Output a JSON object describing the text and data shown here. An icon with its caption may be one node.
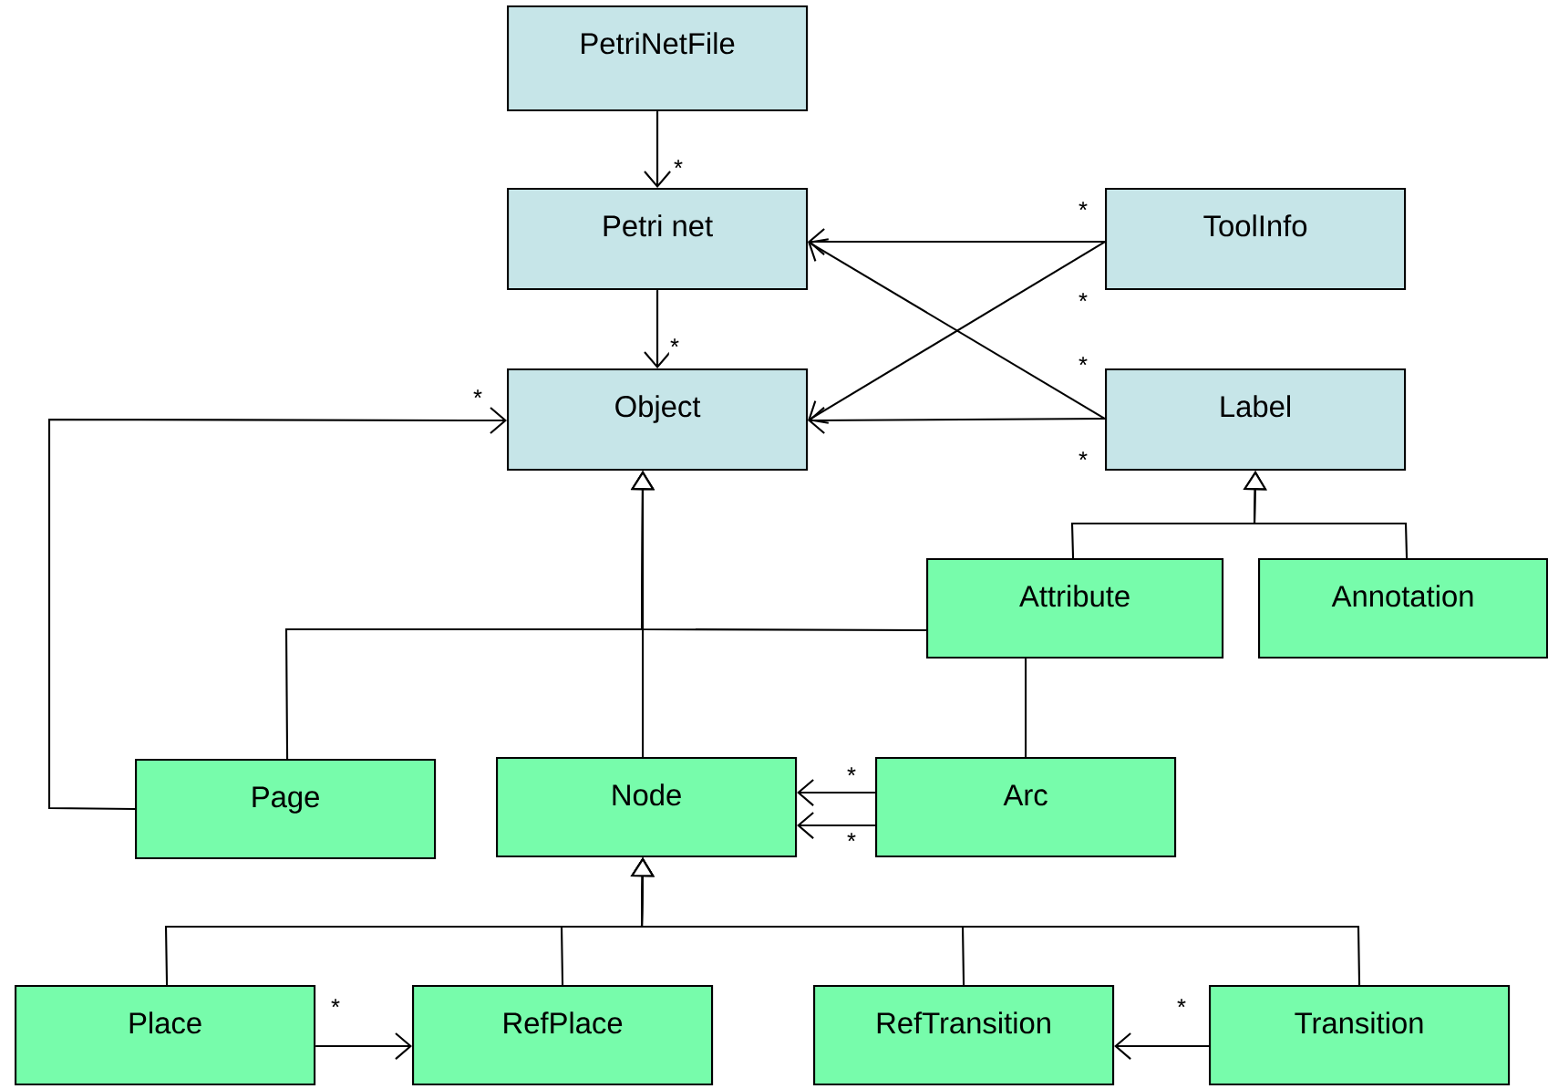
{
  "diagram": {
    "nodes": [
      {
        "text": [
          "PetriNetFile"
        ]
      },
      {
        "text": [
          "Petri net"
        ]
      },
      {
        "text": [
          "Object"
        ]
      },
      {
        "text": [
          "ToolInfo"
        ]
      },
      {
        "text": [
          "Label"
        ]
      },
      {
        "text": [
          "Attribute"
        ]
      },
      {
        "text": [
          "Annotation"
        ]
      },
      {
        "text": [
          "Page"
        ]
      },
      {
        "text": [
          "Node"
        ]
      },
      {
        "text": [
          "Arc"
        ]
      },
      {
        "text": [
          "Place"
        ]
      },
      {
        "text": [
          "RefPlace"
        ]
      },
      {
        "text": [
          "RefTransition"
        ]
      },
      {
        "text": [
          "Transition"
        ]
      }
    ],
    "edges": [
      {
        "from": 0,
        "to": 1,
        "arrow": "to",
        "label": "*"
      },
      {
        "from": 1,
        "to": 2,
        "arrow": "to",
        "label": "*"
      },
      {
        "from": 7,
        "to": 2,
        "arrow": "to",
        "label": "*"
      },
      {
        "from": 3,
        "to": 1,
        "arrow": "to",
        "label": "*"
      },
      {
        "from": 3,
        "to": 2,
        "arrow": "to",
        "label": "*"
      },
      {
        "from": 4,
        "to": 1,
        "arrow": "to",
        "label": "*"
      },
      {
        "from": 4,
        "to": 2,
        "arrow": "to",
        "label": "*"
      },
      {
        "from": 7,
        "to": 2,
        "arrow": "to"
      },
      {
        "from": 8,
        "to": 2,
        "arrow": "to"
      },
      {
        "from": 5,
        "to": 2,
        "arrow": "to"
      },
      {
        "from": 5,
        "to": 4,
        "arrow": "to"
      },
      {
        "from": 6,
        "to": 4,
        "arrow": "to"
      },
      {
        "from": 9,
        "to": 8,
        "arrow": "to",
        "label": "*"
      },
      {
        "from": 9,
        "to": 8,
        "arrow": "to",
        "label": "*"
      },
      {
        "from": 10,
        "to": 8,
        "arrow": "to"
      },
      {
        "from": 11,
        "to": 8,
        "arrow": "to"
      },
      {
        "from": 12,
        "to": 8,
        "arrow": "to"
      },
      {
        "from": 13,
        "to": 8,
        "arrow": "to"
      },
      {
        "from": 10,
        "to": 11,
        "arrow": "to",
        "label": "*"
      },
      {
        "from": 13,
        "to": 12,
        "arrow": "to",
        "label": "*"
      },
      {
        "from": 9,
        "to": 5,
        "arrow": "none"
      }
    ]
  }
}
